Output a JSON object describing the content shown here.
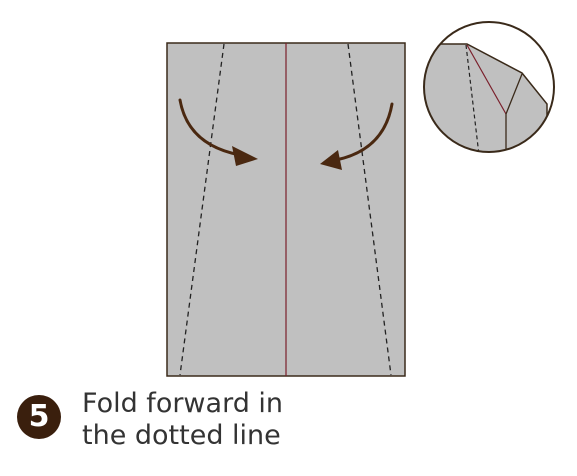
{
  "step": {
    "number": "5",
    "instruction_lines": [
      "Fold forward in",
      "the dotted line"
    ]
  },
  "colors": {
    "paper": "#c0c0c0",
    "outline": "#3a2a1a",
    "center_crease": "#7a1f2b",
    "arrow": "#4a2810",
    "badge": "#3a1f0d",
    "text": "#333333"
  },
  "icons": {
    "left_arrow": "curved-arrow-right-icon",
    "right_arrow": "curved-arrow-left-icon"
  }
}
